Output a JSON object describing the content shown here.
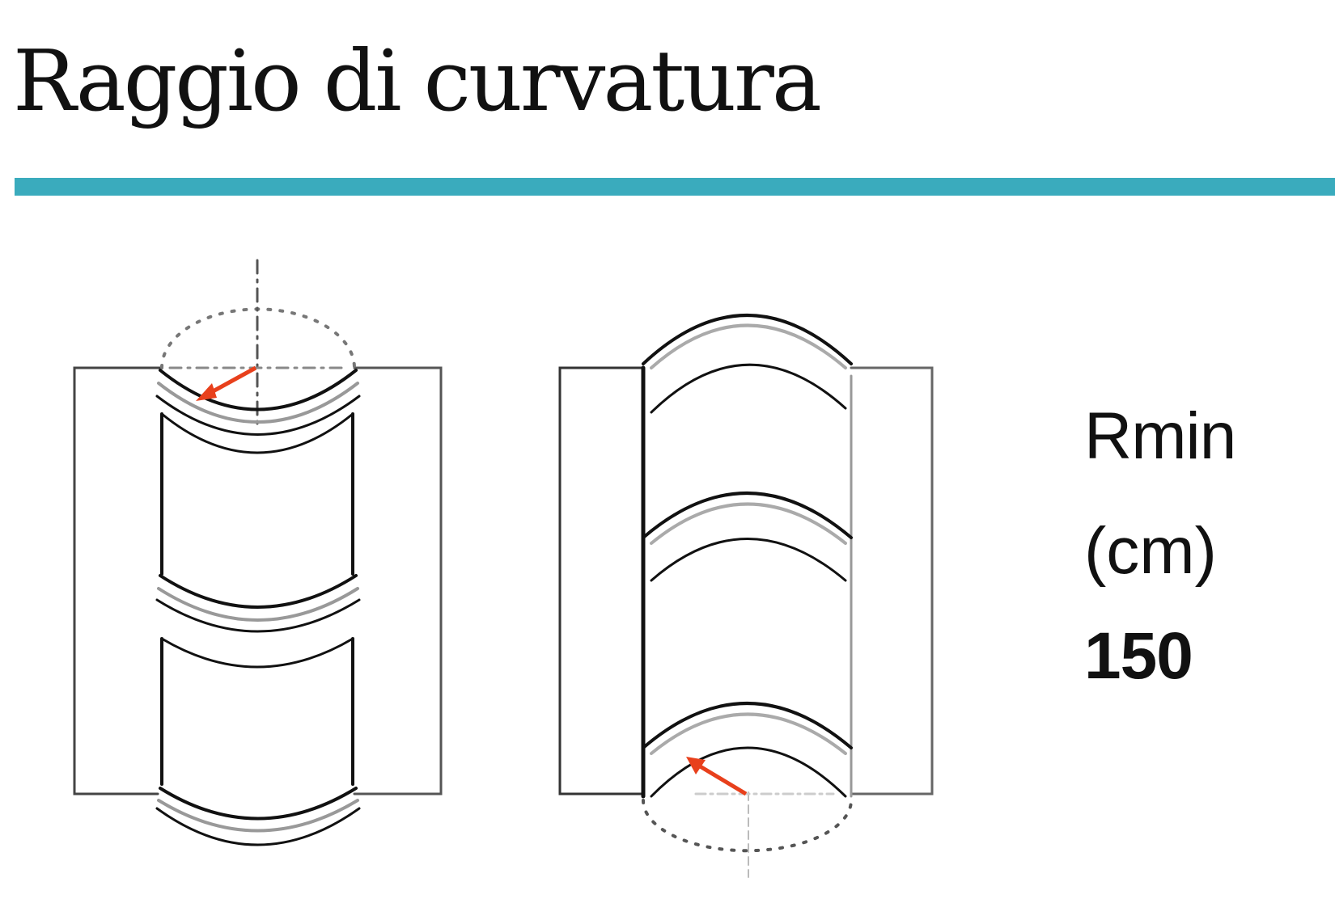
{
  "header": {
    "title": "Raggio di curvatura",
    "rule_color": "#3aabbd"
  },
  "figures": [
    {
      "name": "convex-bend",
      "description": "Tubular element wrapped around a convex curve with radius arrow from center",
      "arrow_color": "#e8401c"
    },
    {
      "name": "concave-bend",
      "description": "Tubular element bent into a concave curve with radius arrow from center",
      "arrow_color": "#e8401c"
    }
  ],
  "spec": {
    "label": "Rmin",
    "unit": "(cm)",
    "value": "150"
  }
}
